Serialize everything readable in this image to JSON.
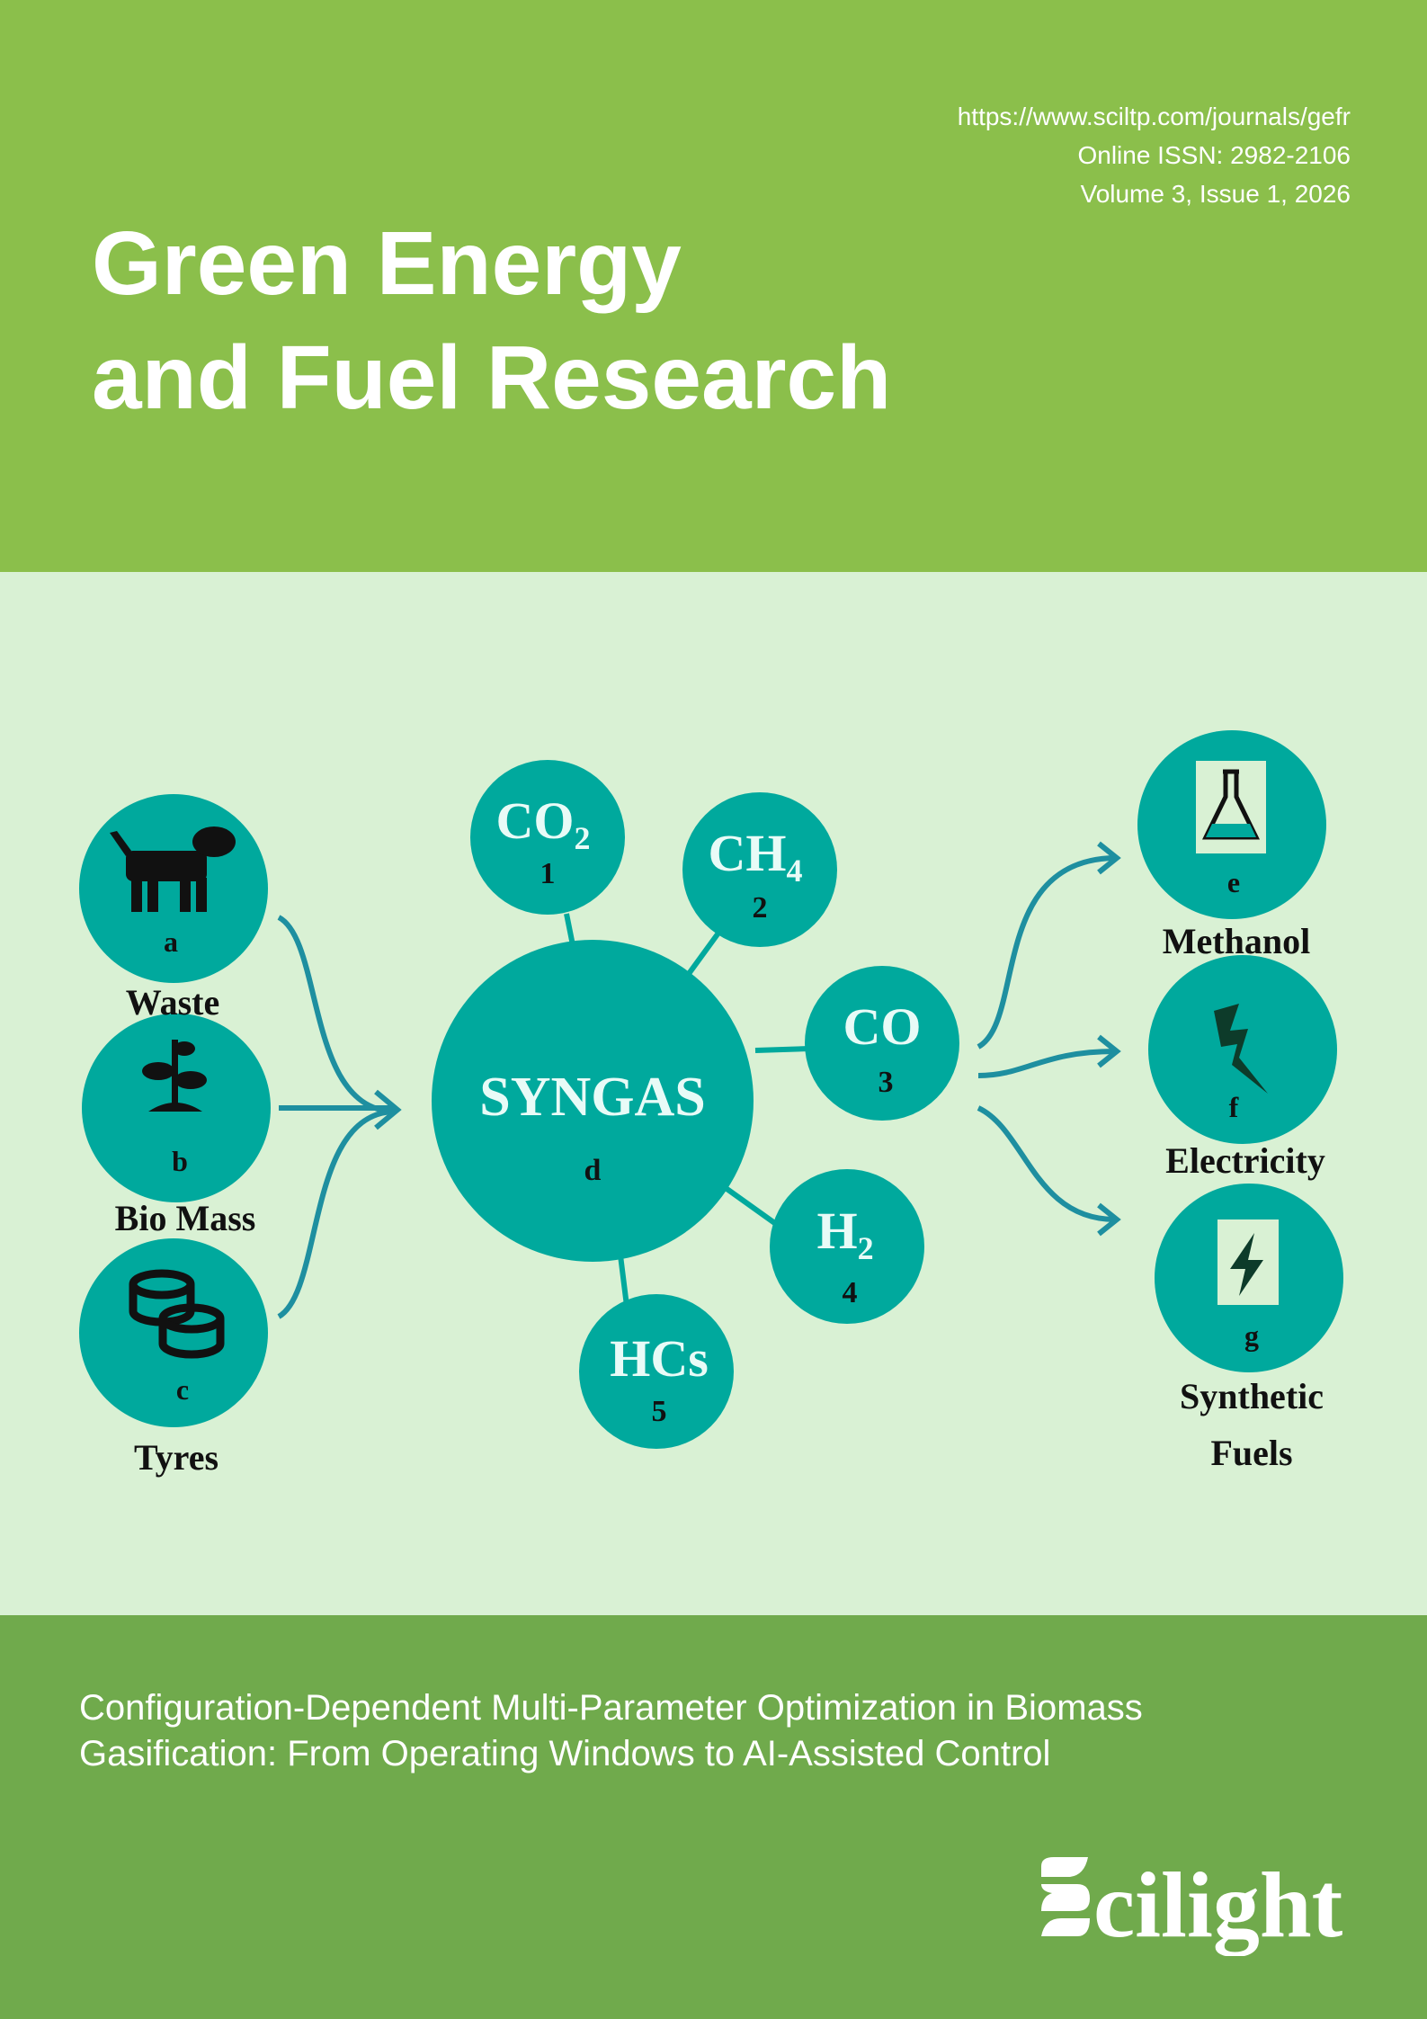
{
  "header": {
    "url": "https://www.sciltp.com/journals/gefr",
    "issn": "Online ISSN: 2982-2106",
    "volume": "Volume 3, Issue 1, 2026",
    "journal_title_line1": "Green Energy",
    "journal_title_line2": "and Fuel Research"
  },
  "diagram": {
    "inputs": [
      {
        "letter": "a",
        "label": "Waste",
        "icon": "dog-icon"
      },
      {
        "letter": "b",
        "label": "Bio Mass",
        "icon": "plant-icon"
      },
      {
        "letter": "c",
        "label": "Tyres",
        "icon": "tyres-icon"
      }
    ],
    "center": {
      "label": "SYNGAS",
      "letter": "d"
    },
    "components": [
      {
        "formula": "CO",
        "sub": "2",
        "number": "1"
      },
      {
        "formula": "CH",
        "sub": "4",
        "number": "2"
      },
      {
        "formula": "CO",
        "sub": "",
        "number": "3"
      },
      {
        "formula": "H",
        "sub": "2",
        "number": "4"
      },
      {
        "formula": "HCs",
        "sub": "",
        "number": "5"
      }
    ],
    "outputs": [
      {
        "letter": "e",
        "label": "Methanol",
        "icon": "flask-icon"
      },
      {
        "letter": "f",
        "label": "Electricity",
        "icon": "lightning-icon"
      },
      {
        "letter": "g",
        "label_line1": "Synthetic",
        "label_line2": "Fuels",
        "icon": "fuel-bolt-icon"
      }
    ]
  },
  "article": {
    "title_line1": "Configuration-Dependent Multi-Parameter Optimization in Biomass",
    "title_line2": "Gasification: From Operating Windows to AI-Assisted Control"
  },
  "publisher": {
    "logo_text": "Scilight"
  },
  "colors": {
    "top": "#8bbf4b",
    "mid": "#d9f1d4",
    "bottom": "#70aa4c",
    "teal": "#00a99d"
  }
}
